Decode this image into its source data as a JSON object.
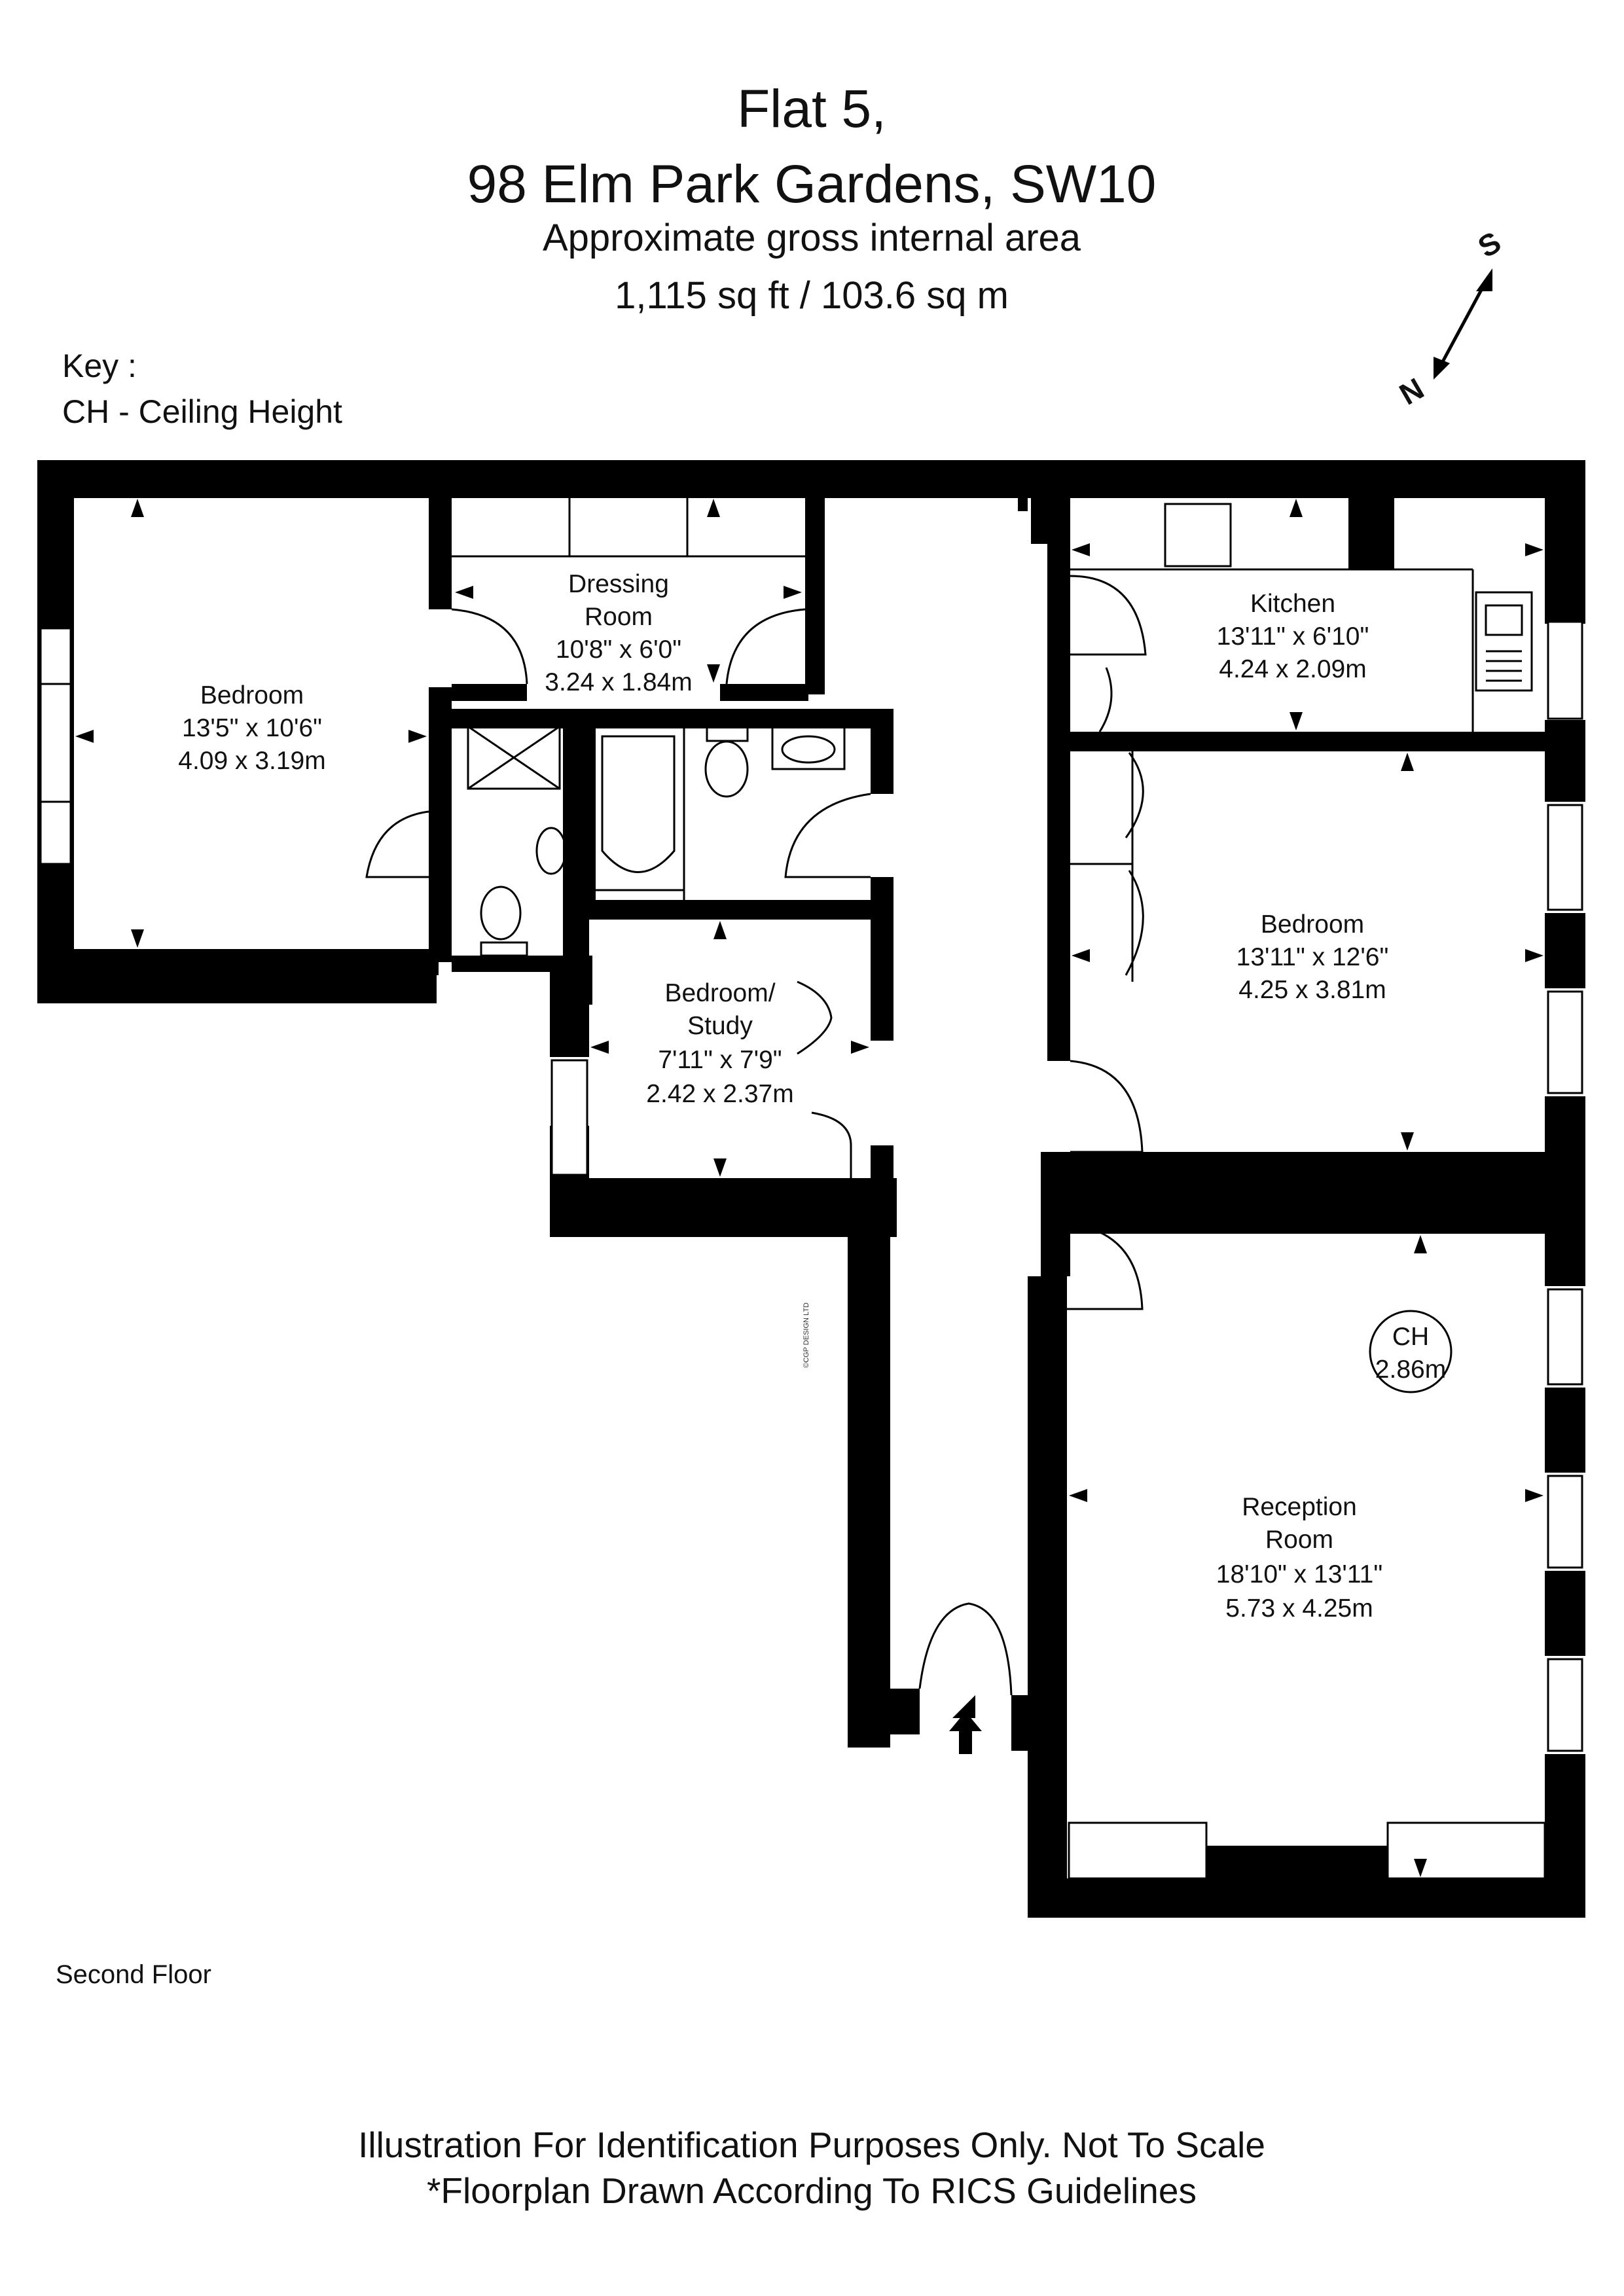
{
  "header": {
    "title_line1": "Flat 5,",
    "title_line2": "98 Elm Park Gardens, SW10",
    "area_label": "Approximate gross internal area",
    "area_value": "1,115 sq ft  / 103.6 sq m"
  },
  "key": {
    "heading": "Key :",
    "entry": "CH - Ceiling Height"
  },
  "compass": {
    "north": "N",
    "south": "S"
  },
  "rooms": {
    "bedroom1": {
      "name": "Bedroom",
      "imperial": "13'5\" x 10'6\"",
      "metric": "4.09 x 3.19m"
    },
    "dressing": {
      "name_line1": "Dressing",
      "name_line2": "Room",
      "imperial": "10'8\" x 6'0\"",
      "metric": "3.24 x 1.84m"
    },
    "kitchen": {
      "name": "Kitchen",
      "imperial": "13'11\" x 6'10\"",
      "metric": "4.24 x 2.09m"
    },
    "bedroom2": {
      "name": "Bedroom",
      "imperial": "13'11\" x 12'6\"",
      "metric": "4.25 x 3.81m"
    },
    "study": {
      "name_line1": "Bedroom/",
      "name_line2": "Study",
      "imperial": "7'11\" x 7'9\"",
      "metric": "2.42 x 2.37m"
    },
    "reception": {
      "name_line1": "Reception",
      "name_line2": "Room",
      "imperial": "18'10\" x 13'11\"",
      "metric": "5.73 x 4.25m"
    }
  },
  "ceiling_height": {
    "label": "CH",
    "value": "2.86m"
  },
  "copyright": "©CGP DESIGN LTD",
  "floor_label": "Second Floor",
  "disclaimer": {
    "line1": "Illustration For Identification Purposes Only. Not To Scale",
    "line2": "*Floorplan Drawn According To RICS Guidelines"
  },
  "colors": {
    "wall": "#000000",
    "background": "#ffffff"
  }
}
